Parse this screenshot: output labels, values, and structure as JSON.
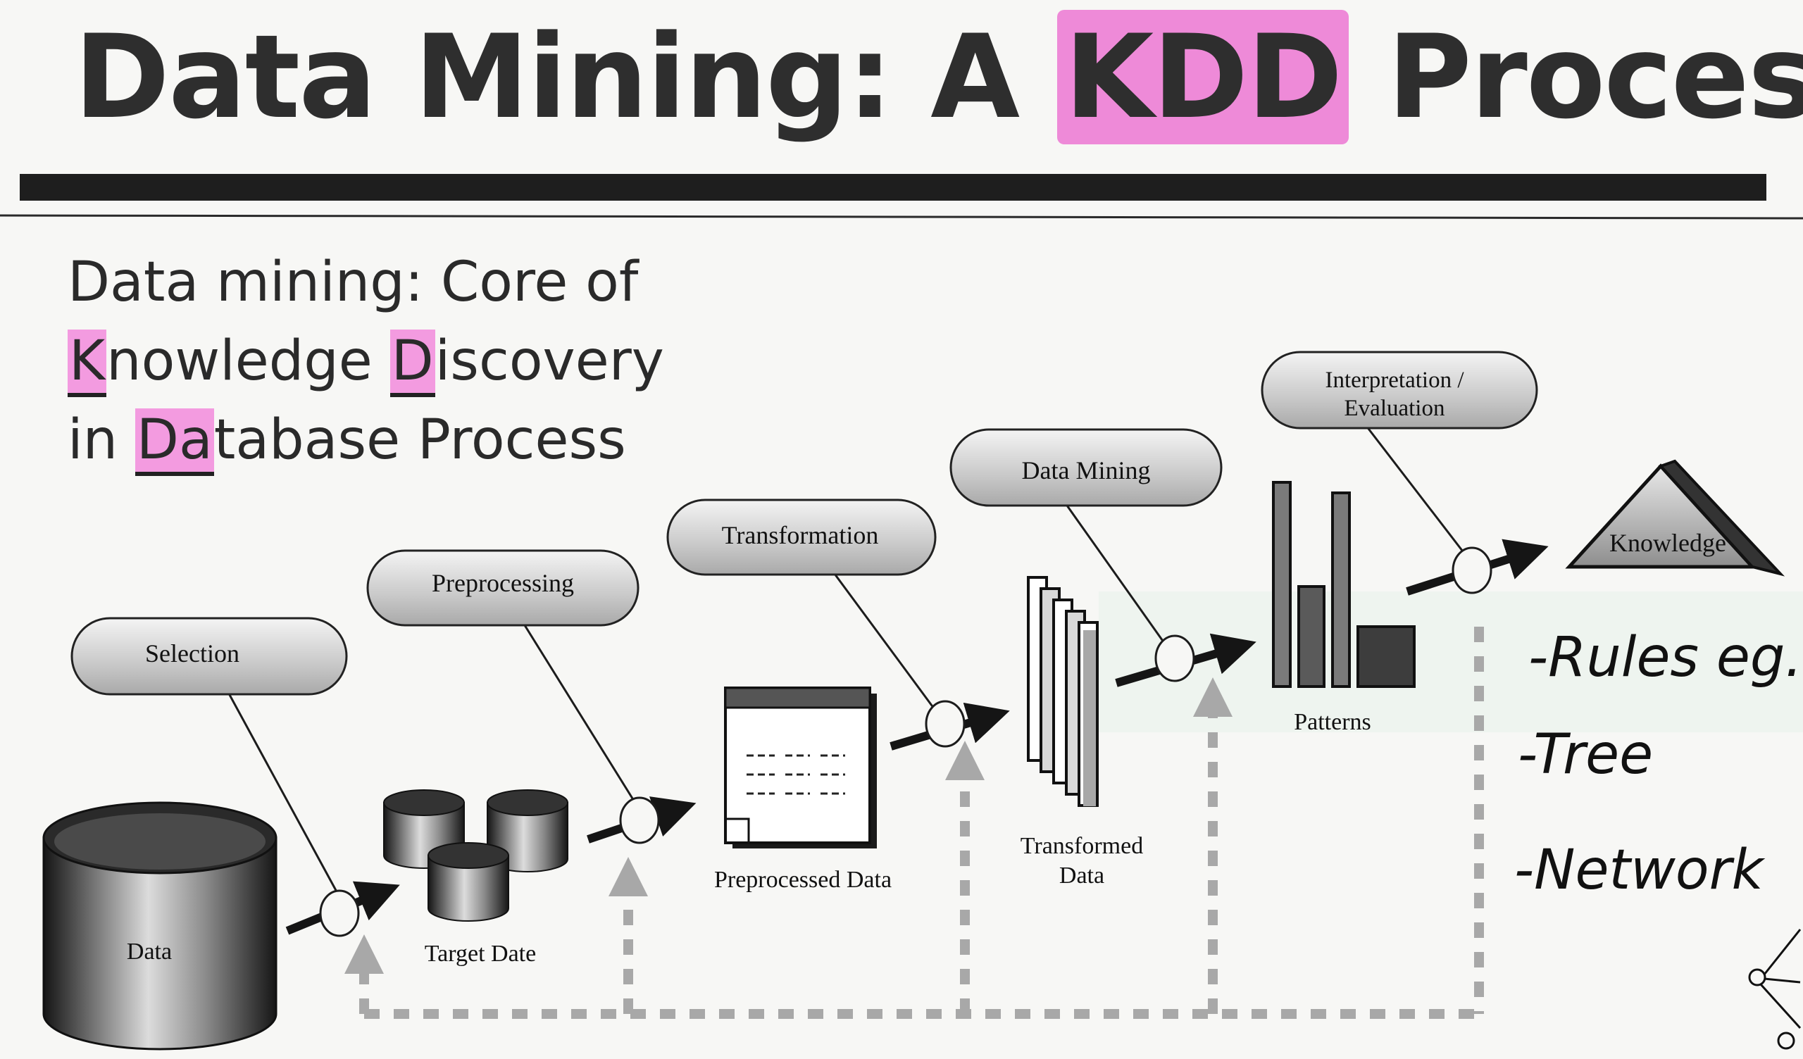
{
  "slide": {
    "title_prefix": "Data Mining: A",
    "title_highlight": "KDD",
    "title_suffix": "Process",
    "subtitle_line1": "Data mining: Core of",
    "subtitle_line2_parts": [
      "K",
      "nowledge ",
      "D",
      "iscovery"
    ],
    "subtitle_line3_parts": [
      "in ",
      "Da",
      "tabase Process"
    ]
  },
  "diagram": {
    "steps": {
      "selection": "Selection",
      "preprocessing": "Preprocessing",
      "transformation": "Transformation",
      "data_mining": "Data Mining",
      "interpretation_line1": "Interpretation /",
      "interpretation_line2": "Evaluation"
    },
    "stages": {
      "data": "Data",
      "target": "Target Date",
      "preprocessed": "Preprocessed Data",
      "transformed_line1": "Transformed",
      "transformed_line2": "Data",
      "patterns": "Patterns",
      "knowledge": "Knowledge"
    }
  },
  "handwritten_notes": [
    "-Rules eg.if A",
    "-Tree",
    "-Network"
  ],
  "colors": {
    "highlight": "#ee8ad8",
    "text": "#2e2e2e"
  }
}
